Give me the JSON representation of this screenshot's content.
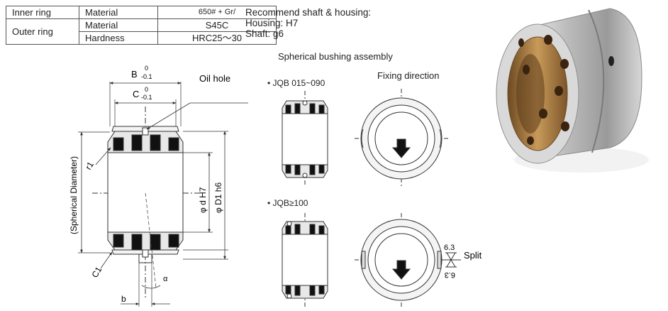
{
  "spec_table": {
    "inner_ring": {
      "label": "Inner ring",
      "material_label": "Material",
      "material_value": "650# + Gr/"
    },
    "outer_ring": {
      "label": "Outer ring",
      "material_label": "Material",
      "material_value": "S45C",
      "hardness_label": "Hardness",
      "hardness_value": "HRC25～30"
    }
  },
  "recommend": {
    "title": "Recommend shaft & housing:",
    "housing": "Housing: H7",
    "shaft": "Shaft: g6"
  },
  "assembly_title": "Spherical bushing assembly",
  "fixing_title": "Fixing direction",
  "variant_small": "• JQB 015~090",
  "variant_large": "• JQB≥100",
  "dims": {
    "B": "B",
    "B_upper": "0",
    "B_lower": "-0.1",
    "C": "C",
    "C_upper": "0",
    "C_lower": "-0.1",
    "oil_hole": "Oil hole",
    "r1": "r1",
    "C1": "C1",
    "b": "b",
    "alpha": "α",
    "spherical_diameter": "(Spherical Diameter)",
    "d": "φ d H7",
    "D1": "φ D1 h6"
  },
  "split": {
    "label": "Split",
    "val_top": "6.3",
    "val_bottom": "6.3"
  },
  "colors": {
    "line": "#333333",
    "plug": "#111111",
    "accent_bronze": "#b07a3c",
    "steel": "#c9c9c9"
  }
}
